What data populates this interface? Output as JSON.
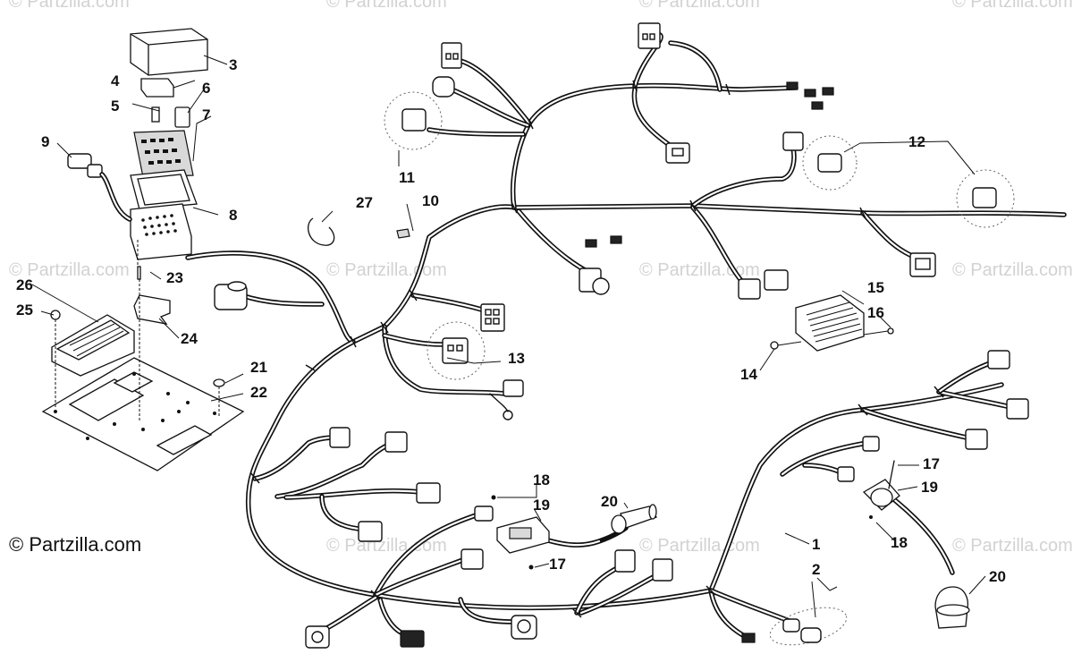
{
  "watermark_text": "© Partzilla.com",
  "credit_text": "© Partzilla.com",
  "callouts": {
    "n1": "1",
    "n2": "2",
    "n3": "3",
    "n4": "4",
    "n5": "5",
    "n6": "6",
    "n7": "7",
    "n8": "8",
    "n9": "9",
    "n10": "10",
    "n11": "11",
    "n12": "12",
    "n13": "13",
    "n14": "14",
    "n15": "15",
    "n16": "16",
    "n17a": "17",
    "n17b": "17",
    "n18a": "18",
    "n18b": "18",
    "n19a": "19",
    "n19b": "19",
    "n20a": "20",
    "n20b": "20",
    "n21": "21",
    "n22": "22",
    "n23": "23",
    "n24": "24",
    "n25": "25",
    "n26": "26",
    "n27": "27"
  },
  "colors": {
    "line": "#111111",
    "watermark": "#d2d2d2",
    "background": "#ffffff"
  }
}
